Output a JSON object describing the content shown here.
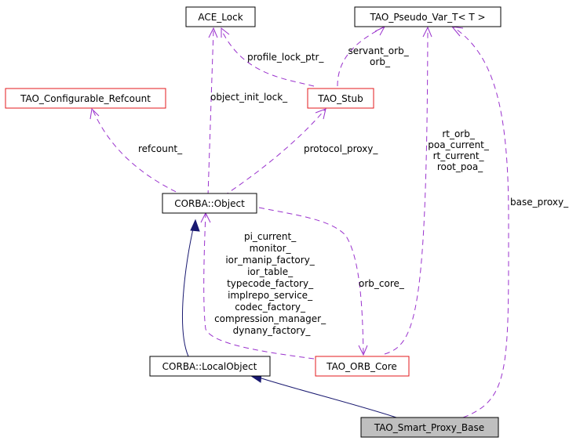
{
  "nodes": {
    "ace_lock": "ACE_Lock",
    "pseudo_var": "TAO_Pseudo_Var_T< T >",
    "configurable_refcount": "TAO_Configurable_Refcount",
    "stub": "TAO_Stub",
    "corba_object": "CORBA::Object",
    "local_object": "CORBA::LocalObject",
    "orb_core": "TAO_ORB_Core",
    "smart_proxy_base": "TAO_Smart_Proxy_Base"
  },
  "edge_labels": {
    "profile_lock_ptr": "profile_lock_ptr_",
    "servant_orb": [
      "servant_orb_",
      "orb_"
    ],
    "object_init_lock": "object_init_lock_",
    "refcount": "refcount_",
    "protocol_proxy": "protocol_proxy_",
    "rt_orb": [
      "rt_orb_",
      "poa_current_",
      "rt_current_",
      "root_poa_"
    ],
    "base_proxy": "base_proxy_",
    "pi_current": [
      "pi_current_",
      "monitor_",
      "ior_manip_factory_",
      "ior_table_",
      "typecode_factory_",
      "implrepo_service_",
      "codec_factory_",
      "compression_manager_",
      "dynany_factory_"
    ],
    "orb_core": "orb_core_"
  },
  "colors": {
    "usage_edge": "#9a32cd",
    "inheritance_edge": "#191970",
    "red_border": "#e31a1c",
    "highlight_fill": "#bfbfbf"
  }
}
